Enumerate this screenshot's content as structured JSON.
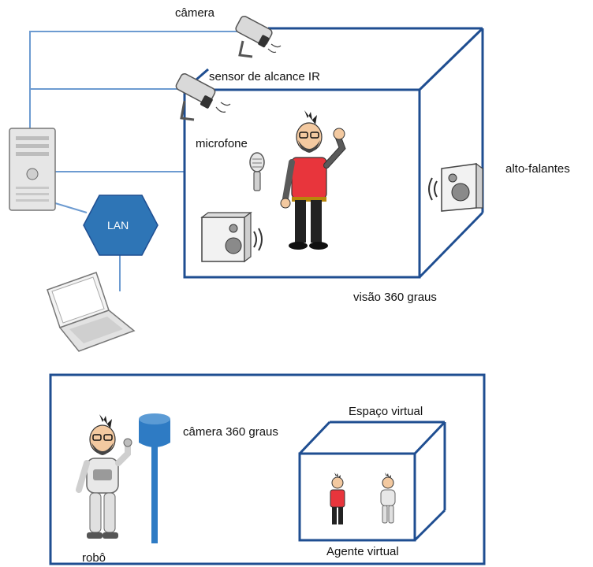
{
  "labels": {
    "camera": "câmera",
    "ir_sensor": "sensor de alcance IR",
    "microphone": "microfone",
    "speakers": "alto-falantes",
    "lan": "LAN",
    "view360": "visão 360 graus",
    "camera360": "câmera 360 graus",
    "virtual_space": "Espaço virtual",
    "virtual_agent": "Agente virtual",
    "robot": "robô"
  },
  "colors": {
    "frame_blue": "#1f4e91",
    "line_blue": "#6d9bd1",
    "lan_blue": "#2e75b6",
    "camera_pole_blue": "#2e7bc4",
    "shirt_red": "#e8353c"
  },
  "icons": [
    "camera-icon",
    "ir-sensor-icon",
    "computer-tower-icon",
    "laptop-icon",
    "microphone-icon",
    "speaker-icon",
    "person-icon",
    "robot-icon",
    "camera-360-icon"
  ]
}
